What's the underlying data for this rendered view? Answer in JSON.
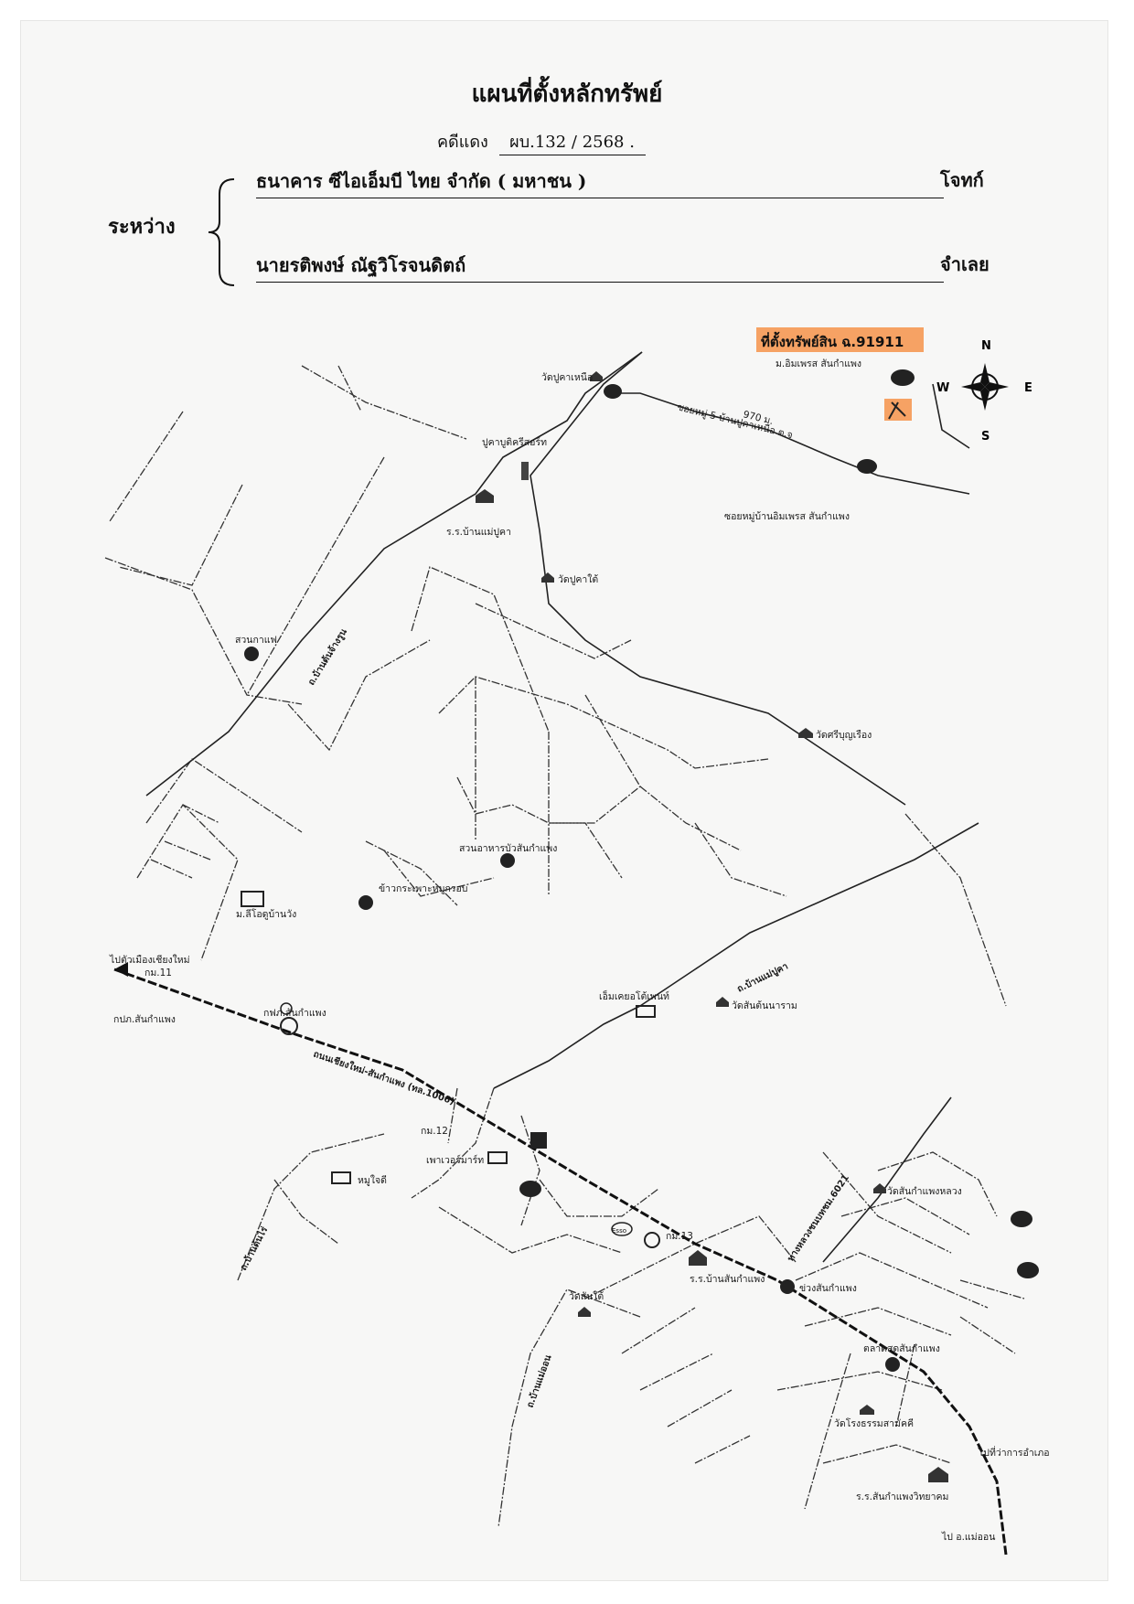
{
  "header": {
    "title": "แผนที่ตั้งหลักทรัพย์",
    "case_label": "คดีแดง",
    "case_number": "ผบ.132 / 2568 .",
    "between_label": "ระหว่าง",
    "plaintiff_name": "ธนาคาร ซีไอเอ็มบี ไทย จำกัด ( มหาชน )",
    "plaintiff_role": "โจทก์",
    "defendant_name": "นายรติพงษ์  ณัฐวิโรจนดิตถ์",
    "defendant_role": "จำเลย"
  },
  "compass": {
    "n": "N",
    "s": "S",
    "e": "E",
    "w": "W"
  },
  "map": {
    "property_label": "ที่ตั้งทรัพย์สิน ฉ.91911",
    "property_sublabel": "ม.อิมเพรส สันกำแพง",
    "highlight_color": "#f6a264",
    "labels": {
      "wat_pukha_nuea": "วัดปูคาเหนือ",
      "soi_moo5": "ซอยหมู่ 5 บ้านปูคาเหนือ ต.จ",
      "distance": "970 ม.",
      "soi_impress": "ซอยหมู่บ้านอิมเพรส สันกำแพง",
      "pukha_resort": "ปูคาบูติครีสอร์ท",
      "school_mae_pukha": "ร.ร.บ้านแม่ปูคา",
      "wat_pukha_tai": "วัดปูคาใต้",
      "road_ban_ton": "ถ.บ้านต้นจ้างรูน",
      "coffee_garden": "สวนกาแฟ",
      "wat_sri_boonruang": "วัดศรีบุญเรือง",
      "suan_arhan": "สวนอาหารบัวสันกำแพง",
      "khao_krachiap": "ข้าวกระเพาะหมูกรอบ",
      "moo_ban": "ม.ลีโอดูบ้านวัง",
      "to_chiangmai": "ไปตัวเมืองเชียงใหม่",
      "km11": "กม.11",
      "police": "กปภ.สันกำแพง",
      "elec": "กฟภ.สันกำแพง",
      "main_road": "ถนนเชียงใหม่-สันกำแพง (ทล.1006)",
      "road_mae_pukha": "ถ.บ้านแม่ปูคา",
      "mk_home": "เอ็มเคยอโต้เพนท์",
      "wat_san_ton": "วัดสันต้นนาราม",
      "km12": "กม.12",
      "power_mart": "เพาเวอร์มาร์ท",
      "moo_jai": "หมูใจดี",
      "road_left": "ถ.บ้านต้นไร่",
      "hwy6021": "ทางหลวงชนบทชม.6021",
      "wat_san_kamphaeng_luang": "วัดสันกำแพงหลวง",
      "esso": "Esso",
      "km13": "กม.13",
      "school_san": "ร.ร.บ้านสันกำแพง",
      "wat_san_tai": "วัดสันใต้",
      "four_way": "ข่วงสันกำแพง",
      "market": "ตลาดสดสันกำแพง",
      "road_mae_on": "ถ.บ้านแม่ออน",
      "wat_rong": "วัดโรงธรรมสามัคคี",
      "to_district": "ไปที่ว่าการอำเภอ",
      "school_wittayakom": "ร.ร.สันกำแพงวิทยาคม",
      "to_mae_on": "ไป อ.แม่ออน"
    }
  }
}
